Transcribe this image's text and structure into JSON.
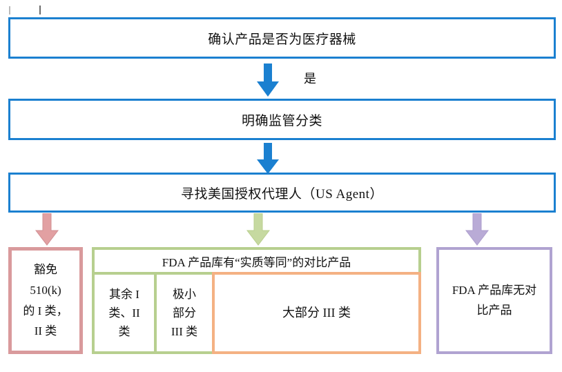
{
  "flow": {
    "steps": [
      {
        "id": "step-1",
        "label": "确认产品是否为医疗器械"
      },
      {
        "id": "step-2",
        "label": "明确监管分类"
      },
      {
        "id": "step-3",
        "label": "寻找美国授权代理人（US Agent）"
      }
    ],
    "connectors": [
      {
        "id": "connector-yes",
        "label": "是",
        "color": "#1b80d0",
        "icon": "arrow-down-icon"
      },
      {
        "id": "connector-2",
        "label": "",
        "color": "#1b80d0",
        "icon": "arrow-down-icon"
      },
      {
        "id": "branch-left",
        "label": "",
        "color": "#e09a9c",
        "icon": "arrow-down-icon"
      },
      {
        "id": "branch-center",
        "label": "",
        "color": "#c3d69b",
        "icon": "arrow-down-icon"
      },
      {
        "id": "branch-right",
        "label": "",
        "color": "#b3a2d3",
        "icon": "arrow-down-icon"
      }
    ]
  },
  "outcomes": {
    "left": {
      "title": "豁免510(k)的 I 类，II 类",
      "lines": [
        "豁免",
        "510(k)",
        "的 I 类，",
        "II 类"
      ],
      "border_color": "#d99a9c"
    },
    "center": {
      "header": "FDA 产品库有“实质等同”的对比产品",
      "border_color": "#b7cf8f",
      "cells": [
        {
          "id": "cell-remaining",
          "lines": [
            "其余 I",
            "类、II",
            "类"
          ],
          "border_color": "#b7cf8f"
        },
        {
          "id": "cell-small-part",
          "lines": [
            "极小",
            "部分",
            "III 类"
          ],
          "border_color": "#b7cf8f"
        },
        {
          "id": "cell-most-class-iii",
          "lines": [
            "大部分 III 类"
          ],
          "border_color": "#f4b183"
        }
      ]
    },
    "right": {
      "lines": [
        "FDA 产品库无对",
        "比产品"
      ],
      "border_color": "#b0a3d1"
    }
  },
  "colors": {
    "primary_blue": "#1b80d0",
    "pink": "#d99a9c",
    "green": "#b7cf8f",
    "orange": "#f4b183",
    "purple": "#b0a3d1"
  }
}
